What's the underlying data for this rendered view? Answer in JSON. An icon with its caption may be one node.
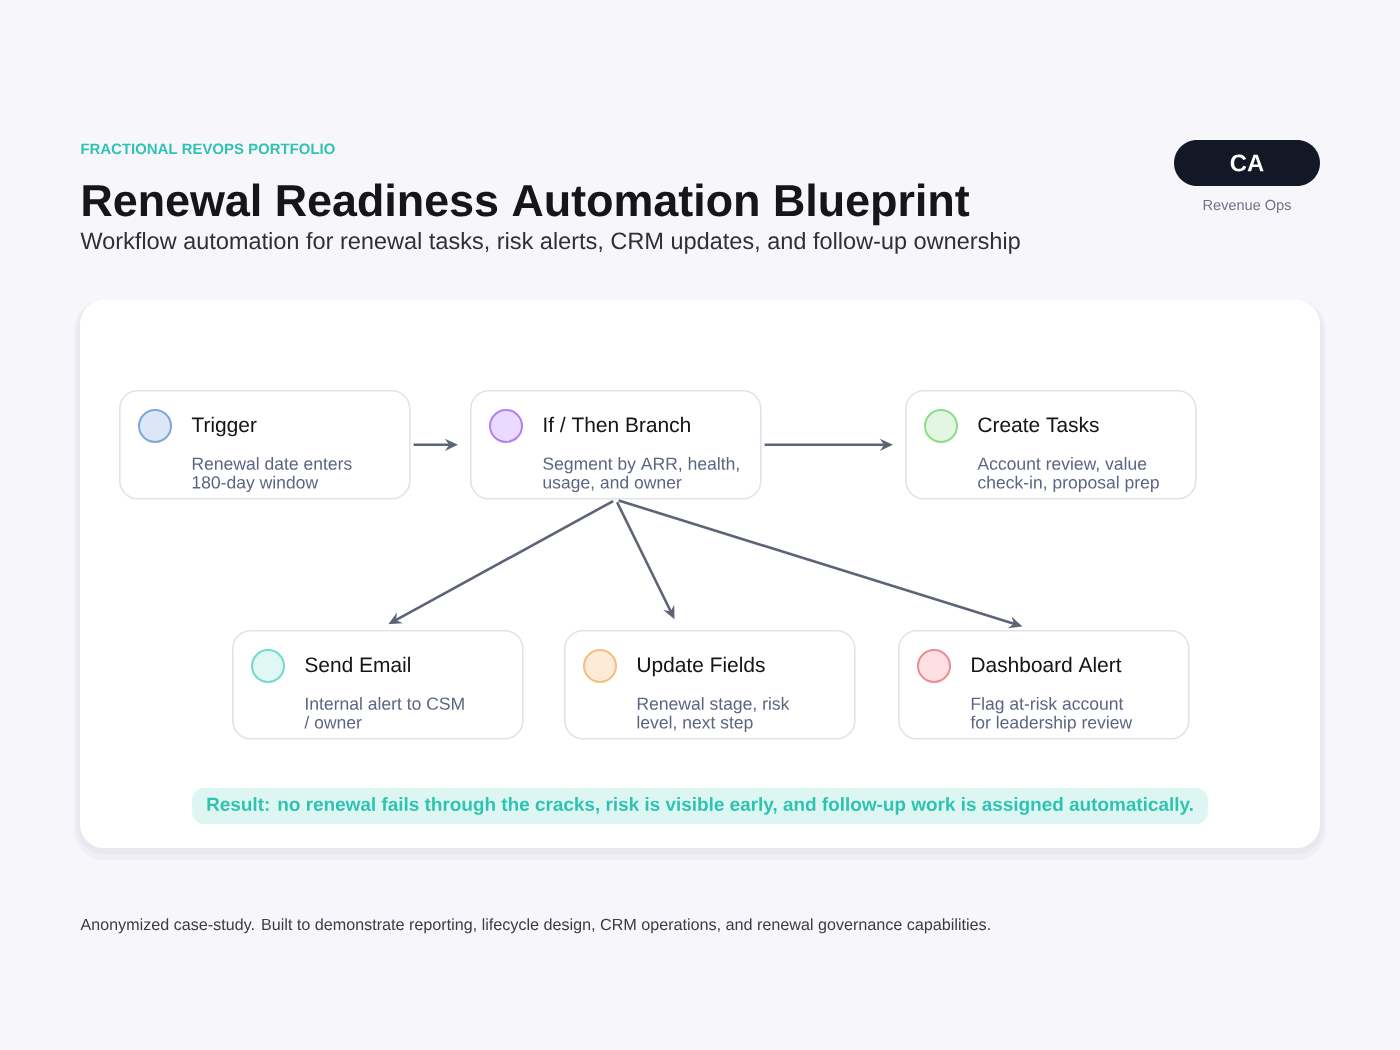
{
  "diagram": {
    "title": "Renewal Readiness Automation Blueprint",
    "caption": "Anonymized case-study. Built to demonstrate reporting, lifecycle design, CRM operations, and renewal governance capabilities.",
    "nodes": [
      {
        "text": [
          "CA"
        ],
        "beside": [
          "Revenue Ops"
        ]
      },
      {
        "text": [
          "Trigger",
          "Renewal date enters 180-day window"
        ]
      },
      {
        "text": [
          "If / Then Branch",
          "Segment by ARR, health, usage, and owner"
        ]
      },
      {
        "text": [
          "Create Tasks",
          "Account review, value check-in, proposal prep"
        ]
      },
      {
        "text": [
          "Send Email",
          "Internal alert to CSM / owner"
        ]
      },
      {
        "text": [
          "Update Fields",
          "Renewal stage, risk level, next step"
        ]
      },
      {
        "text": [
          "Dashboard Alert",
          "Flag at-risk account for leadership review"
        ]
      },
      {
        "text": [
          "Result: no renewal fails through the cracks, risk is visible early, and follow-up work is assigned automatically."
        ]
      }
    ],
    "edges": [
      {
        "from": 1,
        "to": 2,
        "arrow": "to"
      },
      {
        "from": 2,
        "to": 3,
        "arrow": "to"
      },
      {
        "from": 2,
        "to": 4,
        "arrow": "to"
      },
      {
        "from": 2,
        "to": 5,
        "arrow": "to"
      },
      {
        "from": 2,
        "to": 6,
        "arrow": "to"
      }
    ],
    "labels": [
      "FRACTIONAL REVOPS PORTFOLIO",
      "Workflow automation for renewal tasks, risk alerts, CRM updates, and follow-up ownership"
    ]
  }
}
